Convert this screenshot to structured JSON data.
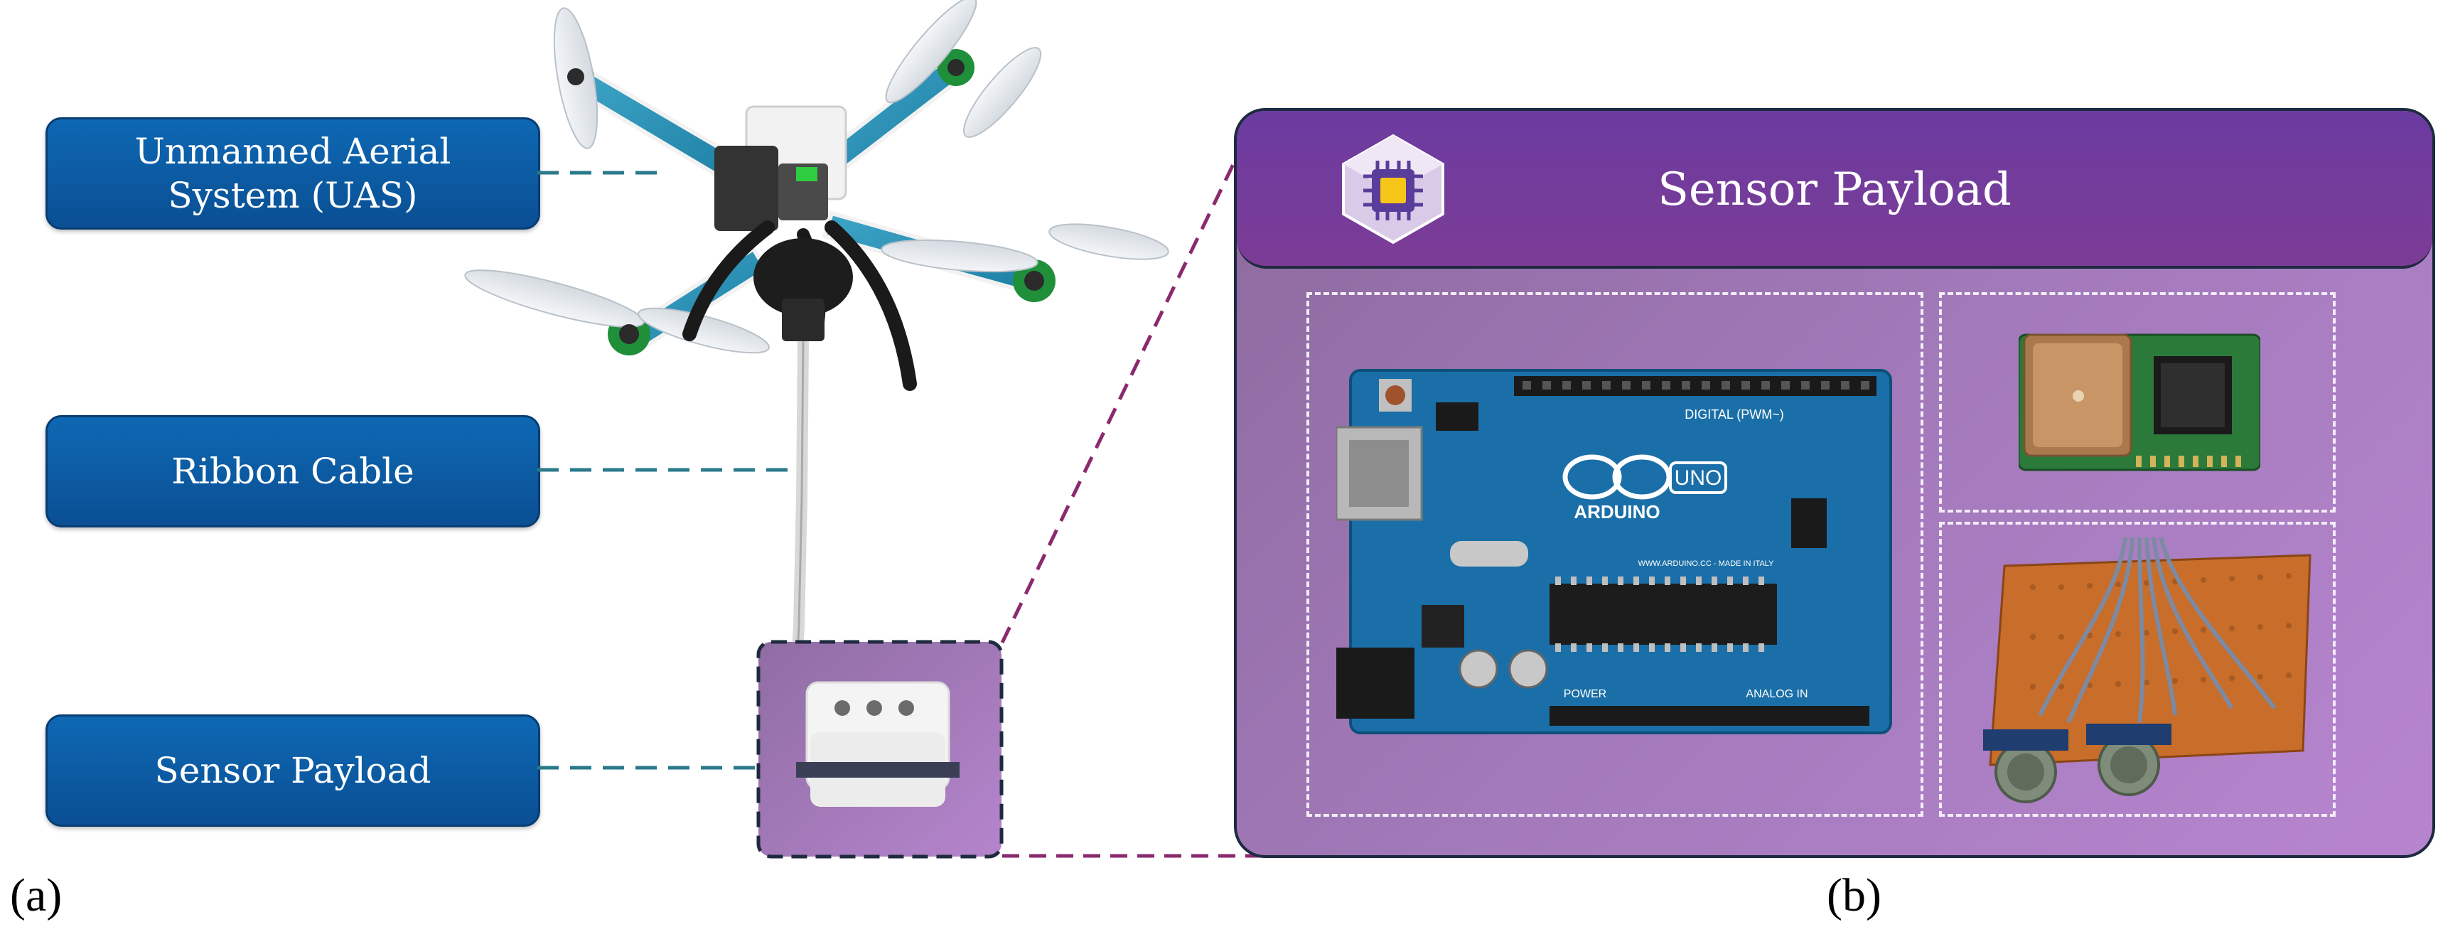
{
  "labels": {
    "uas": "Unmanned Aerial\nSystem (UAS)",
    "ribbon": "Ribbon Cable",
    "payload": "Sensor Payload"
  },
  "panels": {
    "a": "(a)",
    "b": "(b)"
  },
  "sensor_panel": {
    "title": "Sensor Payload"
  },
  "board": {
    "logo_text": "ARDUINO",
    "model": "UNO",
    "digital_header": "DIGITAL (PWM~)",
    "power_header": "POWER",
    "analog_header": "ANALOG IN",
    "url": "WWW.ARDUINO.CC - MADE IN ITALY"
  },
  "colors": {
    "label_blue": "#0e68b3",
    "panel_purple": "#7c3c96",
    "panel_body": "#a57bbd",
    "connector_teal": "#2a7a8c",
    "connector_purple": "#8a2a6e"
  }
}
